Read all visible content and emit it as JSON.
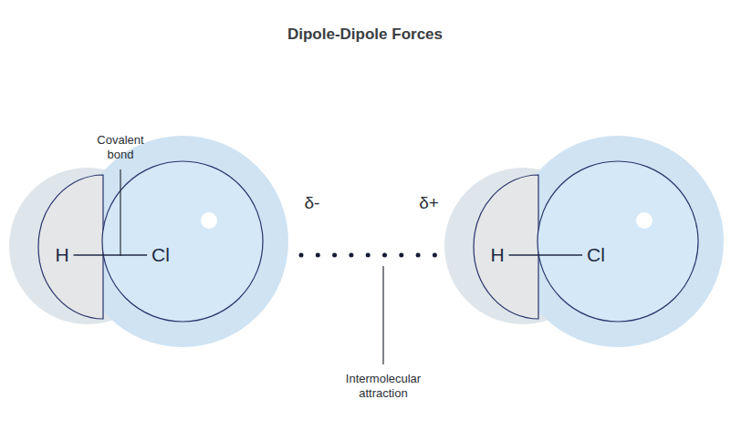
{
  "diagram": {
    "title": "Dipole-Dipole Forces",
    "nodes": [
      {
        "text": [
          "H"
        ]
      },
      {
        "text": [
          "Cl"
        ]
      },
      {
        "text": [
          "H"
        ]
      },
      {
        "text": [
          "Cl"
        ]
      }
    ],
    "edges": [
      {
        "from": 0,
        "to": 1,
        "arrow": "none"
      },
      {
        "from": 1,
        "to": 2,
        "arrow": "none"
      },
      {
        "from": 2,
        "to": 3,
        "arrow": "none"
      }
    ],
    "labels": [
      "Covalent bond",
      "δ-",
      "δ+",
      "Intermolecular attraction"
    ]
  }
}
